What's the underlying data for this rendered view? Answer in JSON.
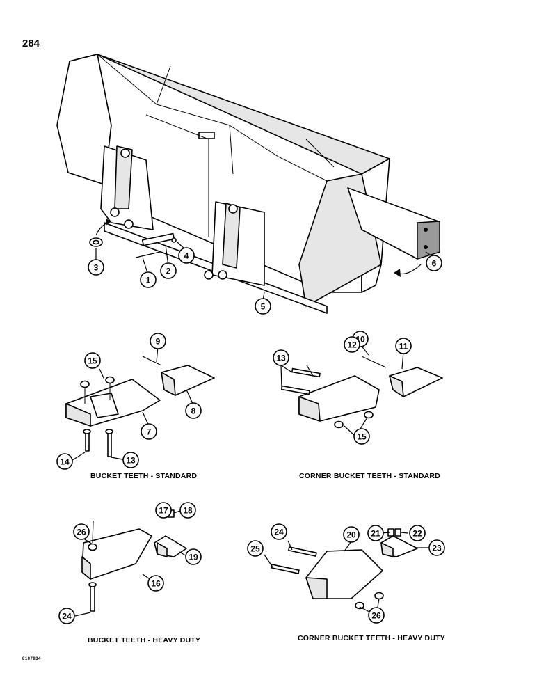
{
  "page_number": "284",
  "footer_code": "8107934",
  "captions": {
    "bucket_standard": "BUCKET TEETH - STANDARD",
    "corner_standard": "CORNER BUCKET TEETH - STANDARD",
    "bucket_heavy": "BUCKET TEETH - HEAVY DUTY",
    "corner_heavy": "CORNER BUCKET TEETH - HEAVY DUTY"
  },
  "callouts": [
    "1",
    "2",
    "3",
    "4",
    "5",
    "6",
    "7",
    "8",
    "9",
    "10",
    "11",
    "12",
    "13",
    "14",
    "15",
    "16",
    "17",
    "18",
    "19",
    "20",
    "21",
    "22",
    "23",
    "24",
    "25",
    "26"
  ]
}
